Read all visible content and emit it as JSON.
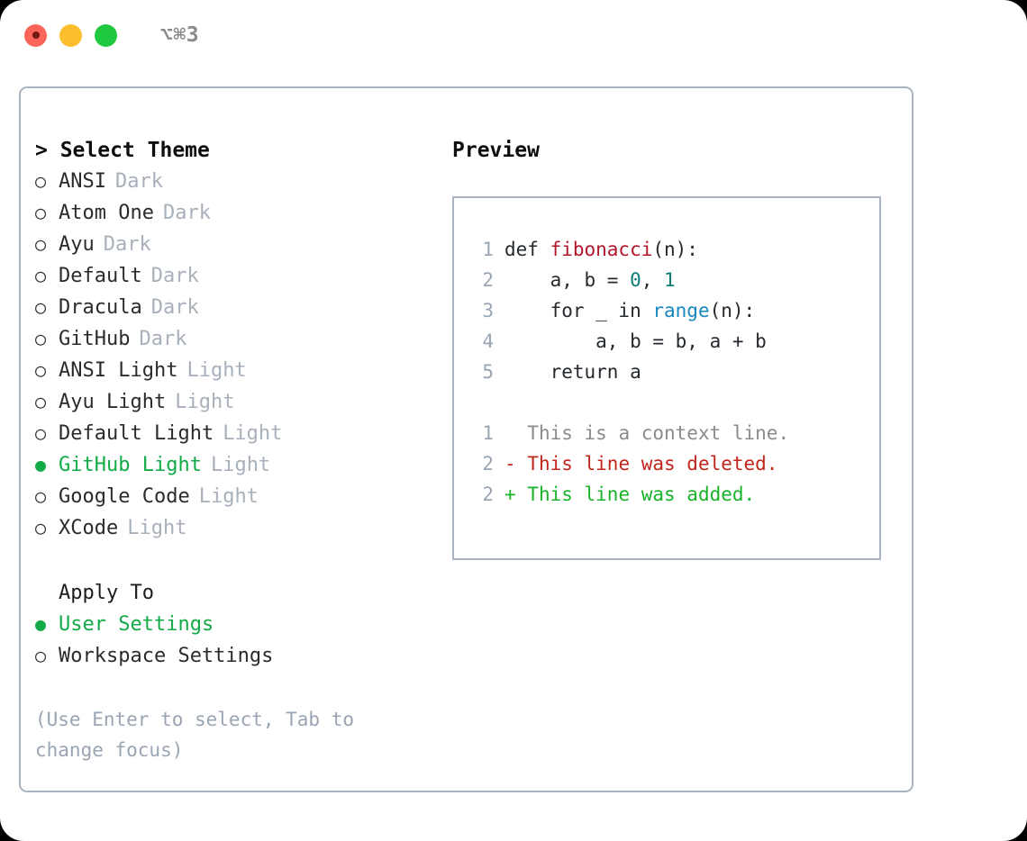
{
  "titlebar": {
    "shortcut": "⌥⌘3",
    "buttons": [
      {
        "name": "close",
        "color": "#fa6559"
      },
      {
        "name": "minimize",
        "color": "#fbbf2e"
      },
      {
        "name": "zoom",
        "color": "#20c940"
      }
    ]
  },
  "theme_picker": {
    "header": "> Select Theme",
    "selected_bullet": "●",
    "unselected_bullet": "○",
    "accent_color": "#12ab47",
    "tag_color": "#a8b0bb",
    "items": [
      {
        "name": "ANSI",
        "tag": "Dark",
        "selected": false
      },
      {
        "name": "Atom One",
        "tag": "Dark",
        "selected": false
      },
      {
        "name": "Ayu",
        "tag": "Dark",
        "selected": false
      },
      {
        "name": "Default",
        "tag": "Dark",
        "selected": false
      },
      {
        "name": "Dracula",
        "tag": "Dark",
        "selected": false
      },
      {
        "name": "GitHub",
        "tag": "Dark",
        "selected": false
      },
      {
        "name": "ANSI Light",
        "tag": "Light",
        "selected": false
      },
      {
        "name": "Ayu Light",
        "tag": "Light",
        "selected": false
      },
      {
        "name": "Default Light",
        "tag": "Light",
        "selected": false
      },
      {
        "name": "GitHub Light",
        "tag": "Light",
        "selected": true
      },
      {
        "name": "Google Code",
        "tag": "Light",
        "selected": false
      },
      {
        "name": "XCode",
        "tag": "Light",
        "selected": false
      }
    ]
  },
  "apply_to": {
    "header": "Apply To",
    "options": [
      {
        "label": "User Settings",
        "selected": true
      },
      {
        "label": "Workspace Settings",
        "selected": false
      }
    ]
  },
  "hint": "(Use Enter to select, Tab to change focus)",
  "preview": {
    "title": "Preview",
    "code_lines": [
      {
        "lineno": "1",
        "tokens": [
          {
            "text": "def ",
            "type": "plain"
          },
          {
            "text": "fibonacci",
            "type": "fn"
          },
          {
            "text": "(n):",
            "type": "plain"
          }
        ]
      },
      {
        "lineno": "2",
        "tokens": [
          {
            "text": "    a, b = ",
            "type": "plain"
          },
          {
            "text": "0",
            "type": "num"
          },
          {
            "text": ", ",
            "type": "plain"
          },
          {
            "text": "1",
            "type": "num"
          }
        ]
      },
      {
        "lineno": "3",
        "tokens": [
          {
            "text": "    for _ in ",
            "type": "plain"
          },
          {
            "text": "range",
            "type": "call"
          },
          {
            "text": "(n):",
            "type": "plain"
          }
        ]
      },
      {
        "lineno": "4",
        "tokens": [
          {
            "text": "        a, b = b, a + b",
            "type": "plain"
          }
        ]
      },
      {
        "lineno": "5",
        "tokens": [
          {
            "text": "    return a",
            "type": "plain"
          }
        ]
      }
    ],
    "diff_lines": [
      {
        "lineno": "1",
        "marker": " ",
        "text": " This is a context line.",
        "kind": "ctx"
      },
      {
        "lineno": "2",
        "marker": "-",
        "text": " This line was deleted.",
        "kind": "del"
      },
      {
        "lineno": "2",
        "marker": "+",
        "text": " This line was added.",
        "kind": "add"
      }
    ]
  }
}
